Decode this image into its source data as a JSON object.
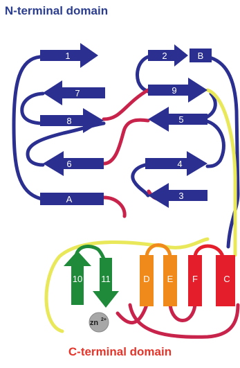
{
  "titles": {
    "n_terminal": "N-terminal domain",
    "c_terminal": "C-terminal domain"
  },
  "colors": {
    "navy": "#2b2f8f",
    "yellow": "#e9e85a",
    "crimson": "#c8234a",
    "green": "#1f8a3a",
    "orange": "#f08a1a",
    "red": "#e41e2b",
    "title_blue": "#2b3d8f",
    "title_red": "#e4352b",
    "zinc": "#a7a7a7"
  },
  "strand_labels": {
    "s1": "1",
    "s2": "2",
    "sB": "B",
    "s7": "7",
    "s9": "9",
    "s8": "8",
    "s5": "5",
    "s6": "6",
    "s4": "4",
    "sA": "A",
    "s3": "3",
    "s10": "10",
    "s11": "11",
    "sD": "D",
    "sE": "E",
    "sF": "F",
    "sC": "C"
  },
  "zinc": {
    "symbol": "zn",
    "charge": "2+"
  }
}
